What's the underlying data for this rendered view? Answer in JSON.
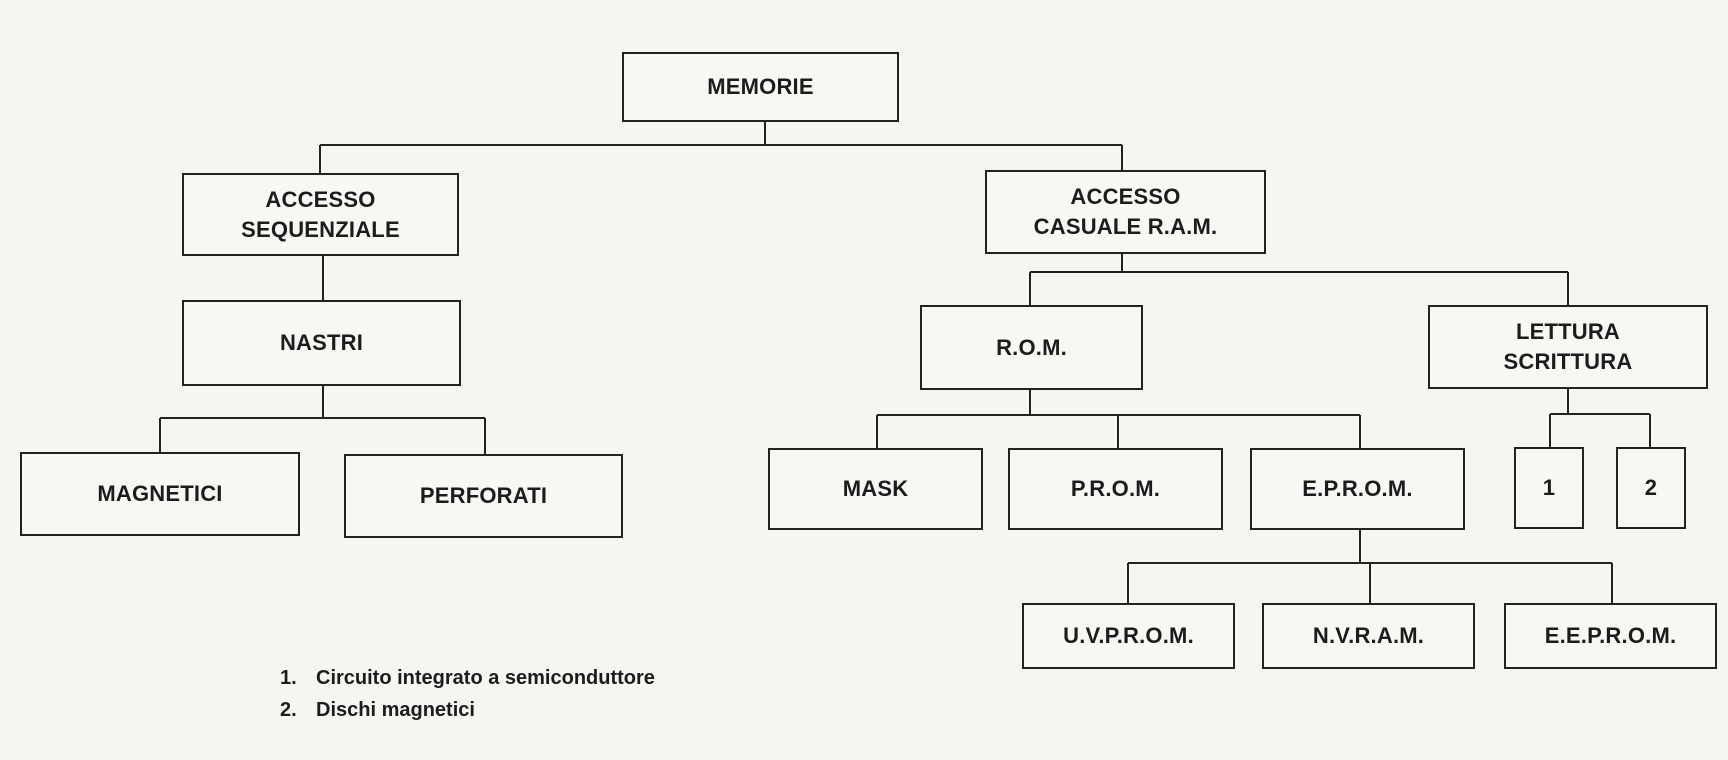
{
  "diagram": {
    "type": "hierarchy-tree",
    "nodes": {
      "memorie": "MEMORIE",
      "accesso_sequenziale": "ACCESSO\nSEQUENZIALE",
      "accesso_casuale": "ACCESSO\nCASUALE  R.A.M.",
      "nastri": "NASTRI",
      "magnetici": "MAGNETICI",
      "perforati": "PERFORATI",
      "rom": "R.O.M.",
      "lettura_scrittura": "LETTURA\nSCRITTURA",
      "mask": "MASK",
      "prom": "P.R.O.M.",
      "eprom": "E.P.R.O.M.",
      "one": "1",
      "two": "2",
      "uvprom": "U.V.P.R.O.M.",
      "nvram": "N.V.R.A.M.",
      "eeprom": "E.E.P.R.O.M."
    },
    "edges": [
      [
        "memorie",
        "accesso_sequenziale"
      ],
      [
        "memorie",
        "accesso_casuale"
      ],
      [
        "accesso_sequenziale",
        "nastri"
      ],
      [
        "nastri",
        "magnetici"
      ],
      [
        "nastri",
        "perforati"
      ],
      [
        "accesso_casuale",
        "rom"
      ],
      [
        "accesso_casuale",
        "lettura_scrittura"
      ],
      [
        "rom",
        "mask"
      ],
      [
        "rom",
        "prom"
      ],
      [
        "rom",
        "eprom"
      ],
      [
        "lettura_scrittura",
        "one"
      ],
      [
        "lettura_scrittura",
        "two"
      ],
      [
        "eprom",
        "uvprom"
      ],
      [
        "eprom",
        "nvram"
      ],
      [
        "eprom",
        "eeprom"
      ]
    ],
    "notes": [
      {
        "num": "1.",
        "text": "Circuito integrato a semiconduttore"
      },
      {
        "num": "2.",
        "text": "Dischi magnetici"
      }
    ],
    "colors": {
      "line": "#222222",
      "background": "#f5f5f2",
      "text": "#1c1c1c"
    }
  }
}
